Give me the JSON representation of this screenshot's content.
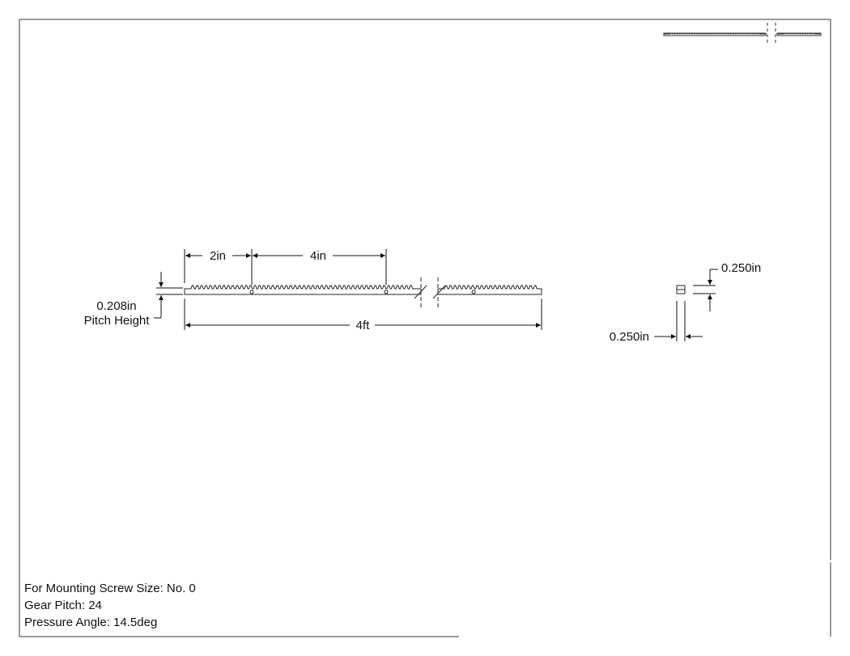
{
  "drawing": {
    "dimensions": {
      "hole_spacing_first": "2in",
      "hole_spacing": "4in",
      "pitch_height_value": "0.208in",
      "pitch_height_caption": "Pitch Height",
      "overall_length": "4ft",
      "section_height": "0.250in",
      "section_width": "0.250in"
    },
    "notes": [
      "For Mounting Screw Size: No. 0",
      "Gear Pitch: 24",
      "Pressure Angle: 14.5deg"
    ]
  }
}
